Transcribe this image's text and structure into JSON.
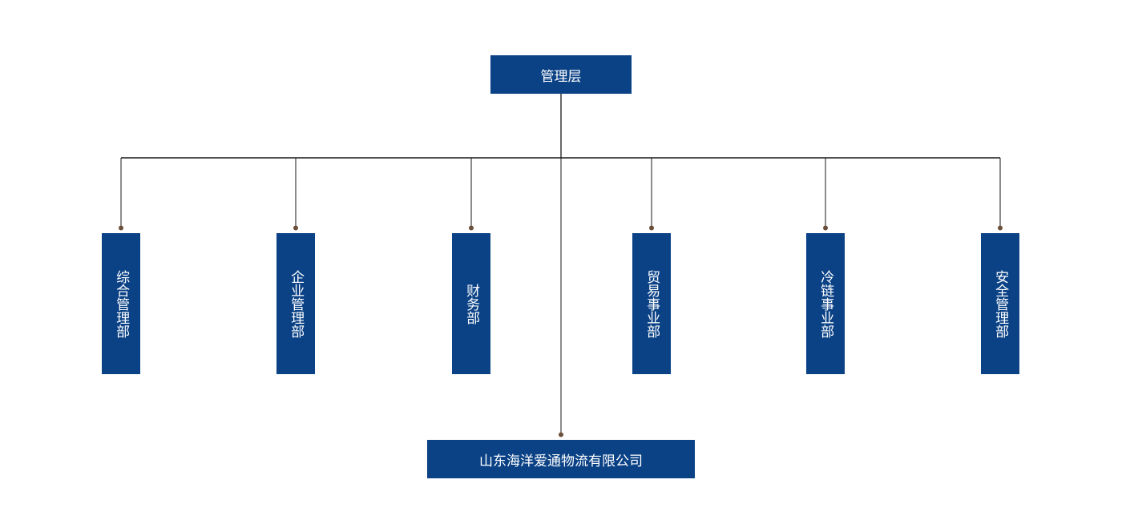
{
  "top": {
    "label": "管理层"
  },
  "departments": [
    {
      "label": "综合管理部"
    },
    {
      "label": "企业管理部"
    },
    {
      "label": "财务部"
    },
    {
      "label": "贸易事业部"
    },
    {
      "label": "冷链事业部"
    },
    {
      "label": "安全管理部"
    }
  ],
  "bottom": {
    "label": "山东海洋爱通物流有限公司"
  },
  "colors": {
    "box": "#0b4286",
    "line": "#1a1a1a",
    "dot": "#6b4f3a",
    "text": "#ffffff"
  }
}
